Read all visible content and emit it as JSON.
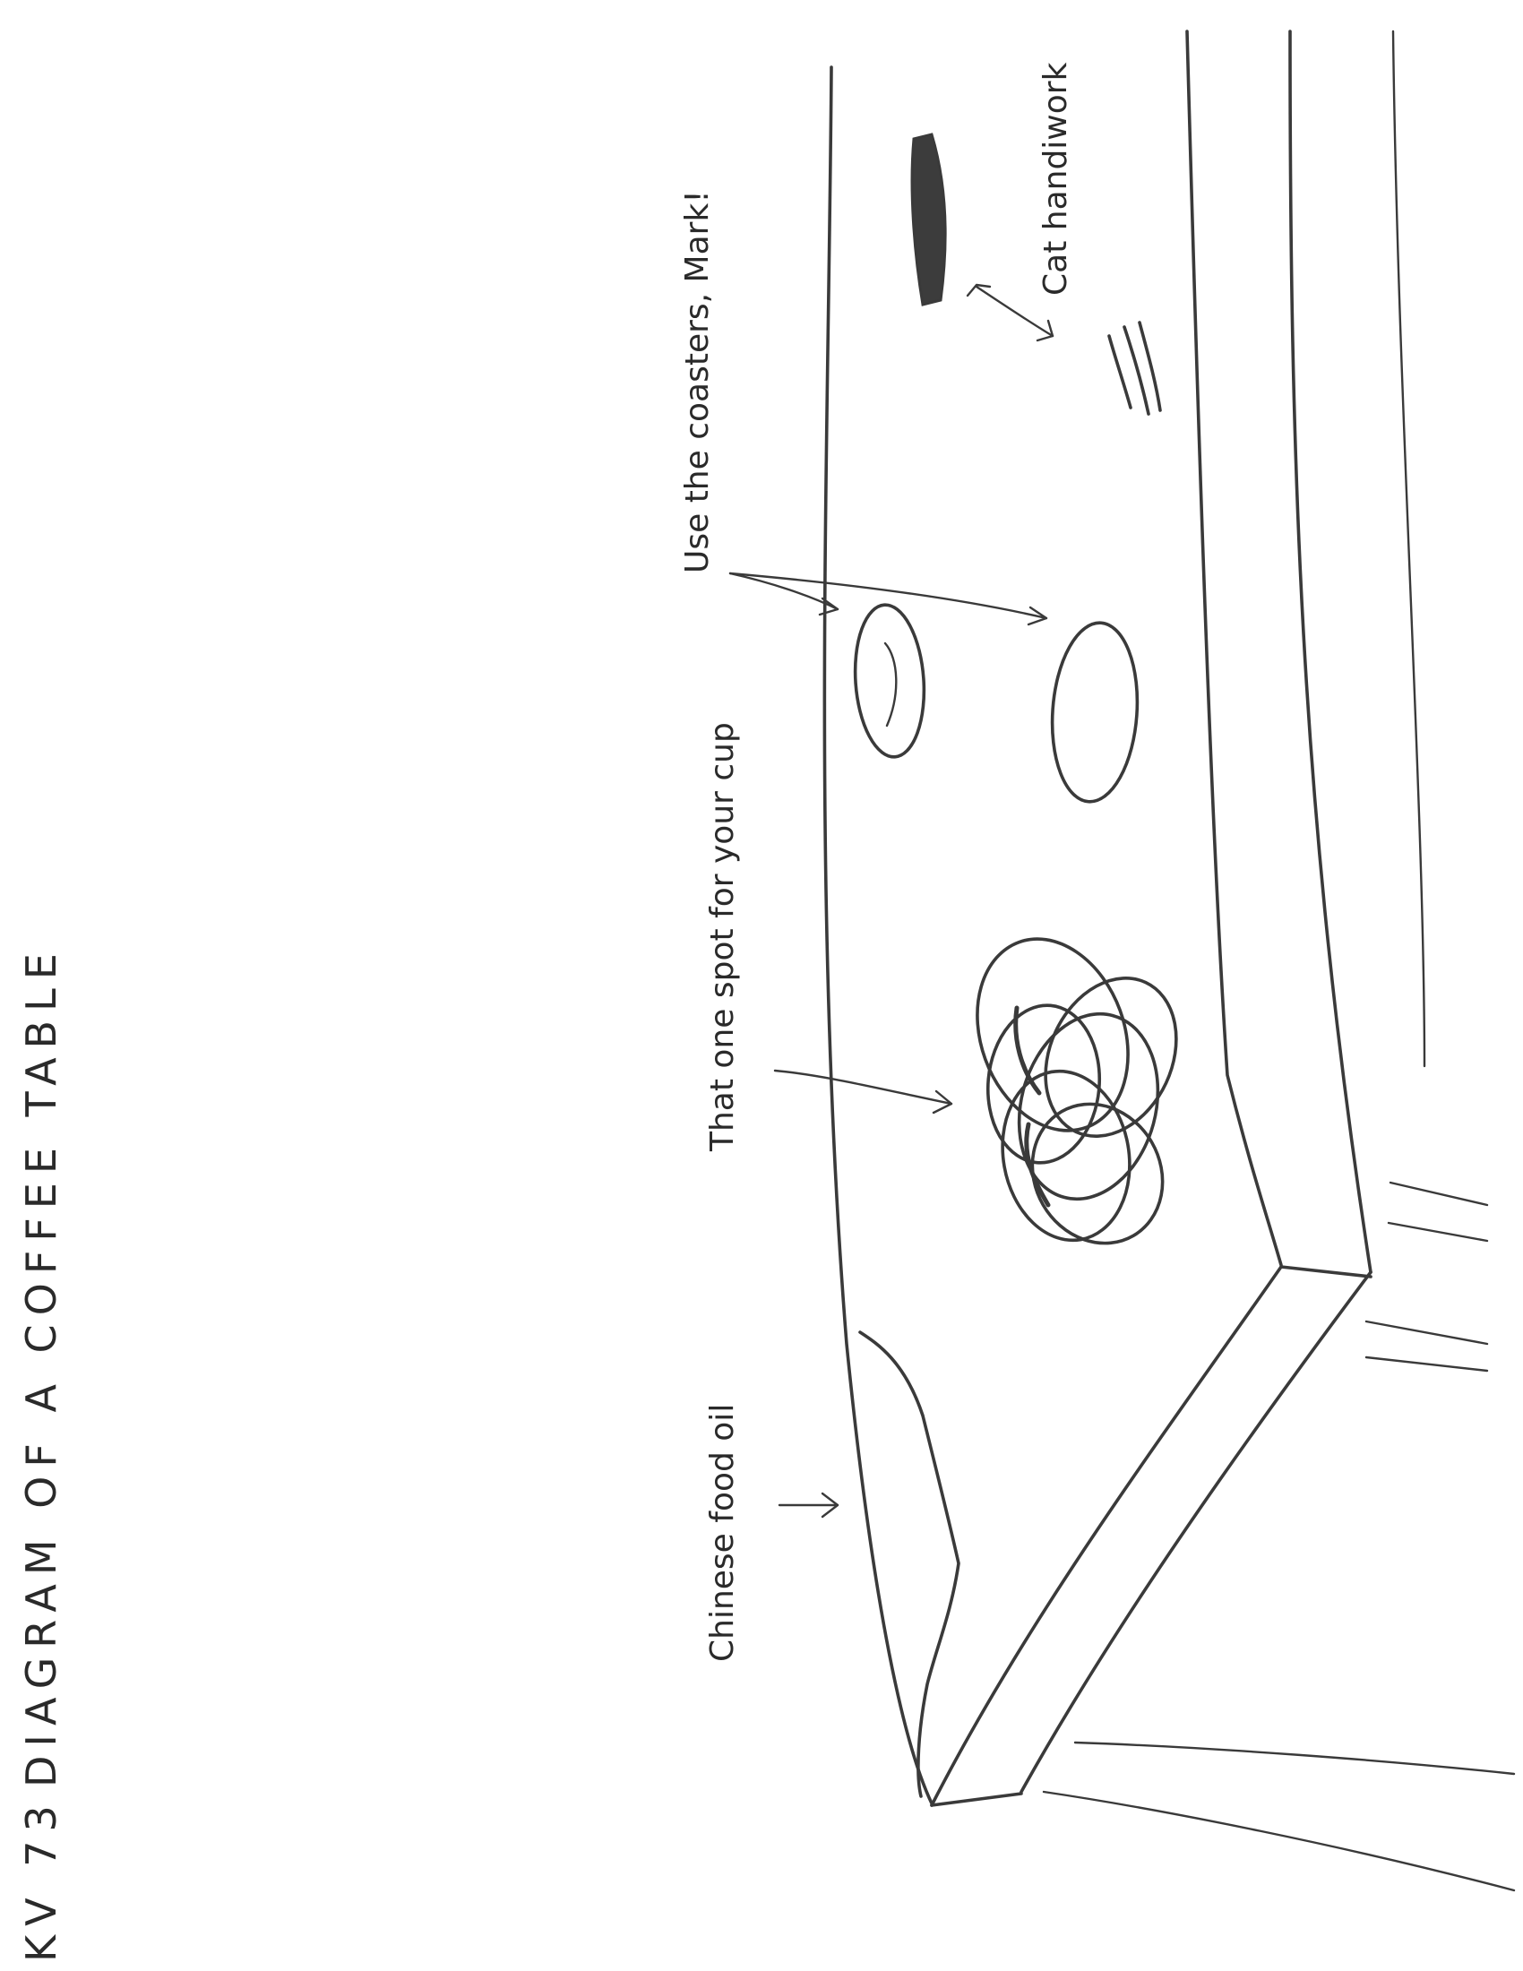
{
  "title": {
    "code": "KV 73",
    "text": "DIAGRAM OF A COFFEE TABLE"
  },
  "annotations": {
    "chinese_food_oil": "Chinese food oil",
    "cup_spot": "That one spot for your cup",
    "coasters": "Use the coasters, Mark!",
    "cat_handiwork": "Cat handiwork"
  }
}
